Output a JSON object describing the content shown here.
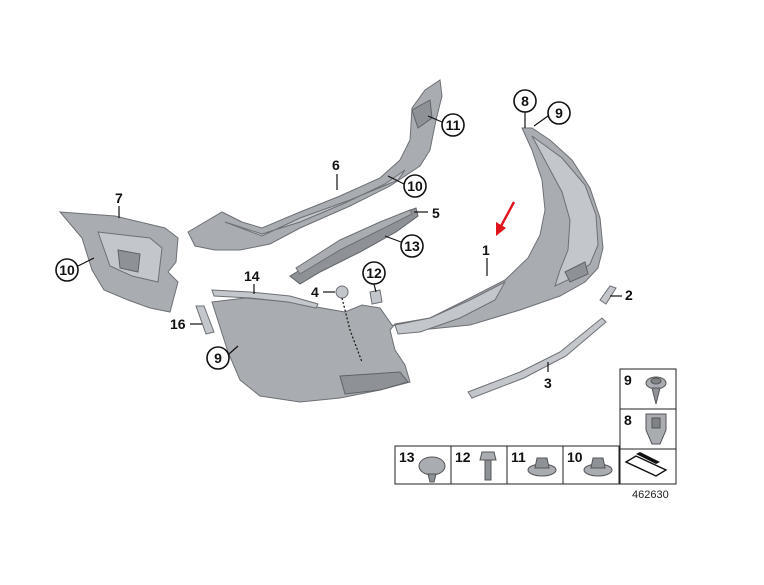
{
  "callouts": {
    "c1": "1",
    "c2": "2",
    "c3": "3",
    "c4": "4",
    "c5": "5",
    "c6": "6",
    "c7": "7",
    "c8": "8",
    "c9a": "9",
    "c9b": "9",
    "c10a": "10",
    "c10b": "10",
    "c11": "11",
    "c12": "12",
    "c13": "13",
    "c14": "14",
    "c16": "16"
  },
  "legend": {
    "r9": "9",
    "r8": "8",
    "b13": "13",
    "b12": "12",
    "b11": "11",
    "b10": "10"
  },
  "diagram_number": "462630",
  "colors": {
    "part_fill": "#a9acb1",
    "arrow": "#e0141b"
  }
}
